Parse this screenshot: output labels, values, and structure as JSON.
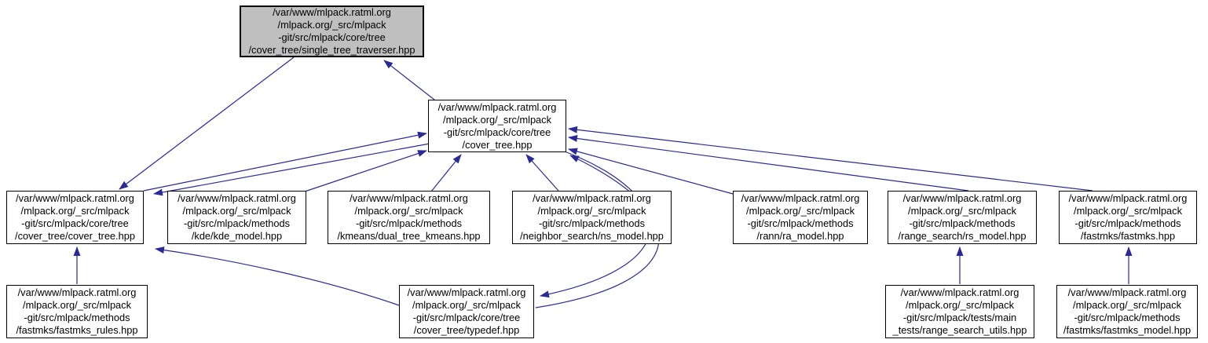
{
  "diagram": {
    "kind": "include-dependency-graph",
    "colors": {
      "edge": "#2a2a96",
      "node_fill": "#ffffff",
      "node_border": "#000000",
      "highlight_fill": "#bfbfbf",
      "text": "#000000"
    },
    "nodes": [
      {
        "id": "single_tree_traverser",
        "highlighted": true,
        "lines": [
          "/var/www/mlpack.ratml.org",
          "/mlpack.org/_src/mlpack",
          "-git/src/mlpack/core/tree",
          "/cover_tree/single_tree_traverser.hpp"
        ]
      },
      {
        "id": "cover_tree_hpp",
        "highlighted": false,
        "lines": [
          "/var/www/mlpack.ratml.org",
          "/mlpack.org/_src/mlpack",
          "-git/src/mlpack/core/tree",
          "/cover_tree.hpp"
        ]
      },
      {
        "id": "cover_tree_cover_tree_hpp",
        "highlighted": false,
        "lines": [
          "/var/www/mlpack.ratml.org",
          "/mlpack.org/_src/mlpack",
          "-git/src/mlpack/core/tree",
          "/cover_tree/cover_tree.hpp"
        ]
      },
      {
        "id": "kde_model_hpp",
        "highlighted": false,
        "lines": [
          "/var/www/mlpack.ratml.org",
          "/mlpack.org/_src/mlpack",
          "-git/src/mlpack/methods",
          "/kde/kde_model.hpp"
        ]
      },
      {
        "id": "dual_tree_kmeans_hpp",
        "highlighted": false,
        "lines": [
          "/var/www/mlpack.ratml.org",
          "/mlpack.org/_src/mlpack",
          "-git/src/mlpack/methods",
          "/kmeans/dual_tree_kmeans.hpp"
        ]
      },
      {
        "id": "ns_model_hpp",
        "highlighted": false,
        "lines": [
          "/var/www/mlpack.ratml.org",
          "/mlpack.org/_src/mlpack",
          "-git/src/mlpack/methods",
          "/neighbor_search/ns_model.hpp"
        ]
      },
      {
        "id": "ra_model_hpp",
        "highlighted": false,
        "lines": [
          "/var/www/mlpack.ratml.org",
          "/mlpack.org/_src/mlpack",
          "-git/src/mlpack/methods",
          "/rann/ra_model.hpp"
        ]
      },
      {
        "id": "rs_model_hpp",
        "highlighted": false,
        "lines": [
          "/var/www/mlpack.ratml.org",
          "/mlpack.org/_src/mlpack",
          "-git/src/mlpack/methods",
          "/range_search/rs_model.hpp"
        ]
      },
      {
        "id": "fastmks_hpp",
        "highlighted": false,
        "lines": [
          "/var/www/mlpack.ratml.org",
          "/mlpack.org/_src/mlpack",
          "-git/src/mlpack/methods",
          "/fastmks/fastmks.hpp"
        ]
      },
      {
        "id": "fastmks_rules_hpp",
        "highlighted": false,
        "lines": [
          "/var/www/mlpack.ratml.org",
          "/mlpack.org/_src/mlpack",
          "-git/src/mlpack/methods",
          "/fastmks/fastmks_rules.hpp"
        ]
      },
      {
        "id": "typedef_hpp",
        "highlighted": false,
        "lines": [
          "/var/www/mlpack.ratml.org",
          "/mlpack.org/_src/mlpack",
          "-git/src/mlpack/core/tree",
          "/cover_tree/typedef.hpp"
        ]
      },
      {
        "id": "range_search_utils_hpp",
        "highlighted": false,
        "lines": [
          "/var/www/mlpack.ratml.org",
          "/mlpack.org/_src/mlpack",
          "-git/src/mlpack/tests/main",
          "_tests/range_search_utils.hpp"
        ]
      },
      {
        "id": "fastmks_model_hpp",
        "highlighted": false,
        "lines": [
          "/var/www/mlpack.ratml.org",
          "/mlpack.org/_src/mlpack",
          "-git/src/mlpack/methods",
          "/fastmks/fastmks_model.hpp"
        ]
      }
    ],
    "edges": [
      {
        "from": "cover_tree_hpp",
        "to": "single_tree_traverser"
      },
      {
        "from": "single_tree_traverser",
        "to": "cover_tree_cover_tree_hpp"
      },
      {
        "from": "cover_tree_cover_tree_hpp",
        "to": "cover_tree_hpp"
      },
      {
        "from": "cover_tree_hpp",
        "to": "cover_tree_cover_tree_hpp"
      },
      {
        "from": "kde_model_hpp",
        "to": "cover_tree_hpp"
      },
      {
        "from": "dual_tree_kmeans_hpp",
        "to": "cover_tree_hpp"
      },
      {
        "from": "ns_model_hpp",
        "to": "cover_tree_hpp"
      },
      {
        "from": "ra_model_hpp",
        "to": "cover_tree_hpp"
      },
      {
        "from": "rs_model_hpp",
        "to": "cover_tree_hpp"
      },
      {
        "from": "fastmks_hpp",
        "to": "cover_tree_hpp"
      },
      {
        "from": "typedef_hpp",
        "to": "cover_tree_hpp"
      },
      {
        "from": "cover_tree_hpp",
        "to": "typedef_hpp"
      },
      {
        "from": "typedef_hpp",
        "to": "cover_tree_cover_tree_hpp"
      },
      {
        "from": "fastmks_rules_hpp",
        "to": "cover_tree_cover_tree_hpp"
      },
      {
        "from": "range_search_utils_hpp",
        "to": "rs_model_hpp"
      },
      {
        "from": "fastmks_model_hpp",
        "to": "fastmks_hpp"
      }
    ]
  }
}
